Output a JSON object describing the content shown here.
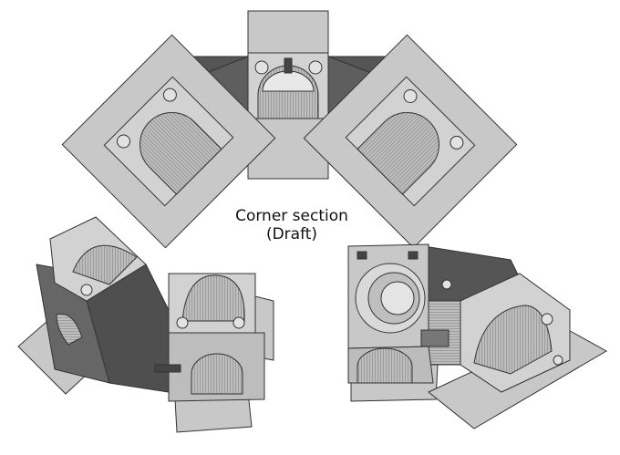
{
  "caption": {
    "title": "Corner section",
    "subtitle": "(Draft)"
  },
  "colors": {
    "background": "#ffffff",
    "light_face": "#c8c8c8",
    "mid_face": "#a9a9a9",
    "dark_face": "#555555",
    "outline": "#333333"
  },
  "views": [
    {
      "id": "top-view",
      "depicts": "corner section seen from above with three light flaps"
    },
    {
      "id": "left-iso-view",
      "depicts": "corner section isometric view from the left"
    },
    {
      "id": "right-iso-view",
      "depicts": "corner section isometric view from the right"
    }
  ]
}
